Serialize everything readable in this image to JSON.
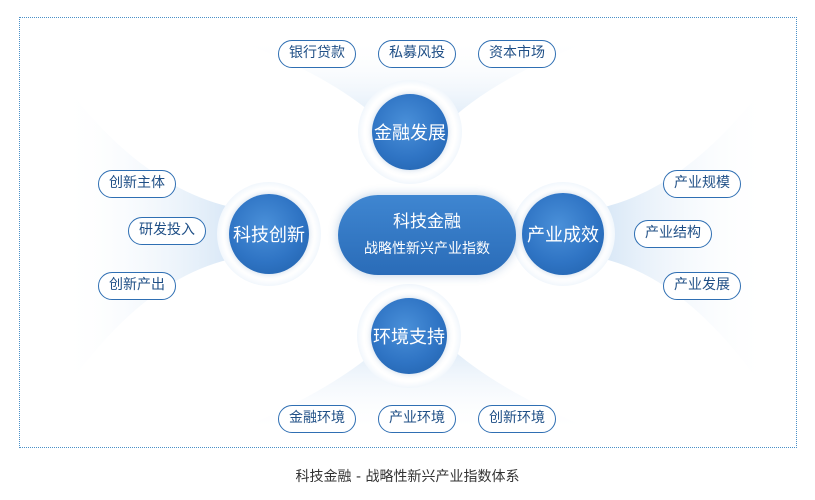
{
  "center": {
    "line1": "科技金融",
    "line2": "战略性新兴产业指数"
  },
  "nodes": {
    "top": "金融发展",
    "left": "科技创新",
    "right": "产业成效",
    "bottom": "环境支持"
  },
  "pills": {
    "top": [
      "银行贷款",
      "私募风投",
      "资本市场"
    ],
    "left": [
      "创新主体",
      "研发投入",
      "创新产出"
    ],
    "right": [
      "产业规模",
      "产业结构",
      "产业发展"
    ],
    "bottom": [
      "金融环境",
      "产业环境",
      "创新环境"
    ]
  },
  "caption": "科技金融 - 战略性新兴产业指数体系",
  "colors": {
    "primary": "#2f74c4",
    "pill_border": "#2f6fb3",
    "pill_text": "#1f4f86",
    "fan": "#dceaf7",
    "frame": "#4a90c8"
  }
}
